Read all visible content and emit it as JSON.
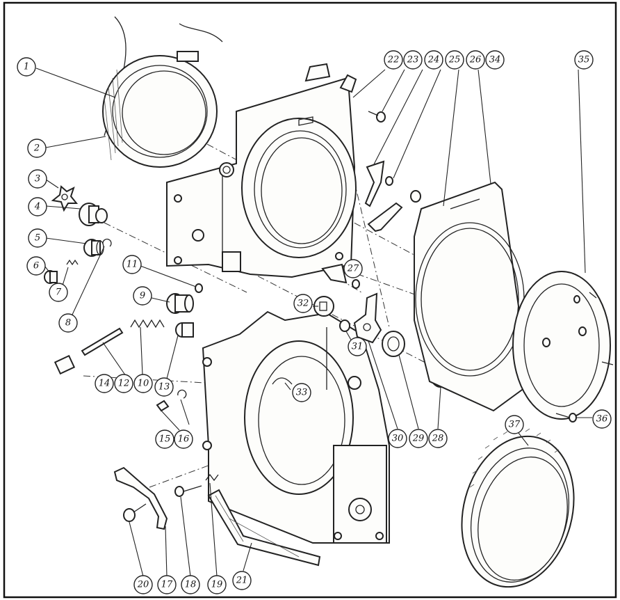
{
  "callouts": [
    "1",
    "2",
    "3",
    "4",
    "5",
    "6",
    "7",
    "8",
    "9",
    "10",
    "11",
    "12",
    "13",
    "14",
    "15",
    "16",
    "17",
    "18",
    "19",
    "20",
    "21",
    "22",
    "23",
    "24",
    "25",
    "26",
    "27",
    "28",
    "29",
    "30",
    "31",
    "32",
    "33",
    "34",
    "35",
    "36",
    "37"
  ]
}
